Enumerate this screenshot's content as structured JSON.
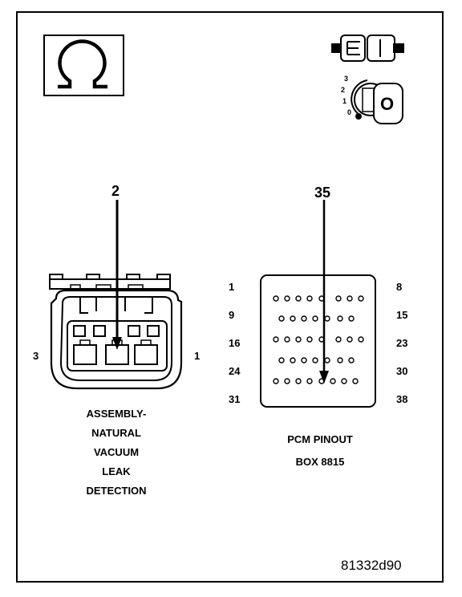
{
  "diagram": {
    "connector": {
      "callout": "2",
      "pin_left": "3",
      "pin_right": "1",
      "caption_lines": [
        "ASSEMBLY-",
        "NATURAL",
        "VACUUM",
        "LEAK",
        "DETECTION"
      ]
    },
    "pcm": {
      "callout": "35",
      "row_left_labels": [
        "1",
        "9",
        "16",
        "24",
        "31"
      ],
      "row_right_labels": [
        "8",
        "15",
        "23",
        "30",
        "38"
      ],
      "caption_lines": [
        "PCM PINOUT",
        "BOX 8815"
      ]
    },
    "key_scale": [
      "3",
      "2",
      "1",
      "0"
    ],
    "key_letter": "O",
    "figure_code": "81332d90"
  }
}
